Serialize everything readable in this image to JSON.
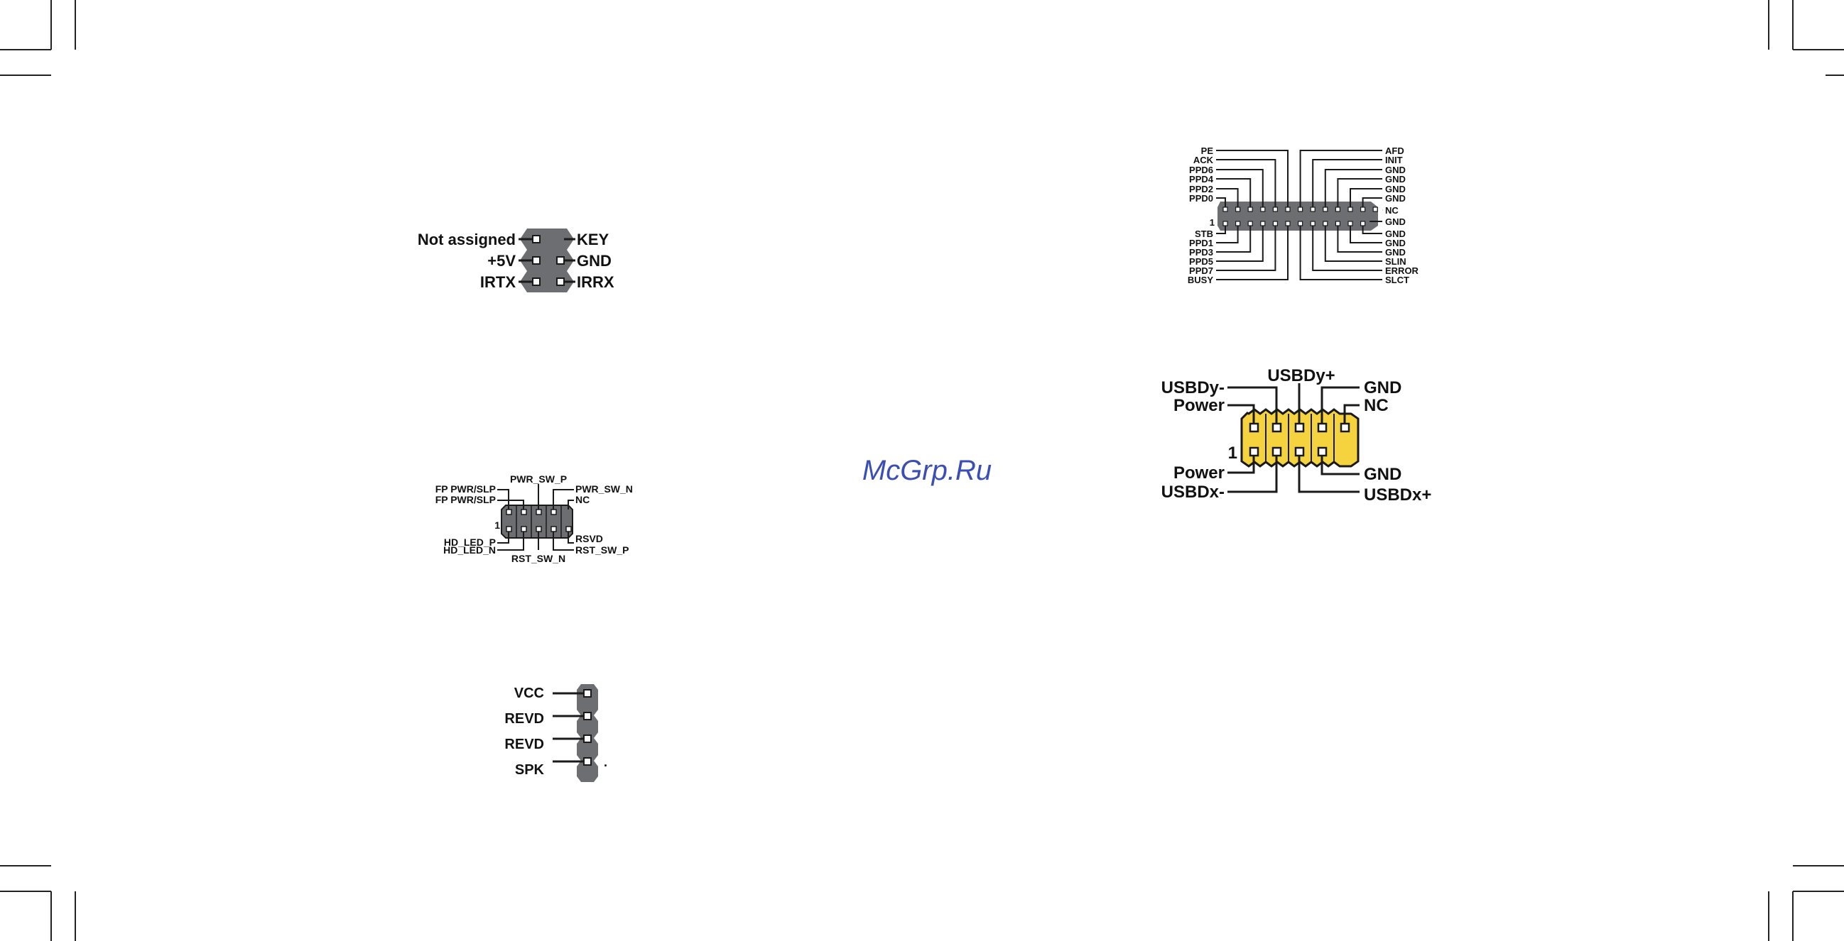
{
  "watermark": "McGrp.Ru",
  "colors": {
    "connector_gray": "#6d6e71",
    "connector_yellow": "#f5d33f",
    "line": "#1a1a1a",
    "watermark": "#3a4eb3"
  },
  "ir_header": {
    "left": [
      "Not assigned",
      "+5V",
      "IRTX"
    ],
    "right": [
      "KEY",
      "GND",
      "IRRX"
    ]
  },
  "front_panel": {
    "top_center": "PWR_SW_P",
    "left": [
      "FP PWR/SLP",
      "FP PWR/SLP"
    ],
    "right_top": [
      "PWR_SW_N",
      "NC"
    ],
    "pin1": "1",
    "left_bottom": [
      "HD_LED_P",
      "HD_LED_N"
    ],
    "bottom_center": "RST_SW_N",
    "right_bottom": [
      "RSVD",
      "RST_SW_P"
    ]
  },
  "speaker": {
    "labels": [
      "VCC",
      "REVD",
      "REVD",
      "SPK"
    ],
    "dot": "."
  },
  "parallel": {
    "left_top": [
      "PE",
      "ACK",
      "PPD6",
      "PPD4",
      "PPD2",
      "PPD0"
    ],
    "pin1": "1",
    "left_bottom": [
      "STB",
      "PPD1",
      "PPD3",
      "PPD5",
      "PPD7",
      "BUSY"
    ],
    "right_top": [
      "AFD",
      "INIT",
      "GND",
      "GND",
      "GND",
      "GND"
    ],
    "right_nc": "NC",
    "right_gnd": "GND",
    "right_bottom": [
      "GND",
      "GND",
      "GND",
      "SLIN",
      "ERROR",
      "SLCT"
    ]
  },
  "usb": {
    "top_center": "USBDy+",
    "top_left": [
      "USBDy-",
      "Power"
    ],
    "top_right": [
      "GND",
      "NC"
    ],
    "pin1": "1",
    "bottom_left": [
      "Power",
      "USBDx-"
    ],
    "bottom_right": [
      "GND",
      "USBDx+"
    ]
  }
}
